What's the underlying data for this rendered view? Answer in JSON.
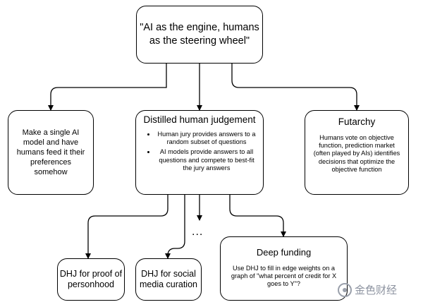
{
  "root": {
    "text": "\"AI as the engine, humans as the steering wheel\""
  },
  "left": {
    "text": "Make a single AI model and have humans feed it their preferences somehow"
  },
  "center": {
    "title": "Distilled human judgement",
    "bullets": [
      "Human jury provides answers to a random subset of questions",
      "AI models provide answers to all questions and compete to best-fit the jury answers"
    ]
  },
  "right": {
    "title": "Futarchy",
    "body": "Humans vote on objective function, prediction market (often played by AIs) identifies decisions that optimize the objective function"
  },
  "children": {
    "dhj_proof": "DHJ for proof of personhood",
    "dhj_social": "DHJ for social media curation",
    "ellipsis": "...",
    "deep_funding": {
      "title": "Deep funding",
      "body": "Use DHJ to fill in edge weights on a graph of \"what percent of credit for X goes to Y\"?"
    }
  },
  "watermark": {
    "text": "金色财经"
  },
  "colors": {
    "line": "#000000",
    "background": "#ffffff",
    "watermark": "#8d93a0"
  }
}
